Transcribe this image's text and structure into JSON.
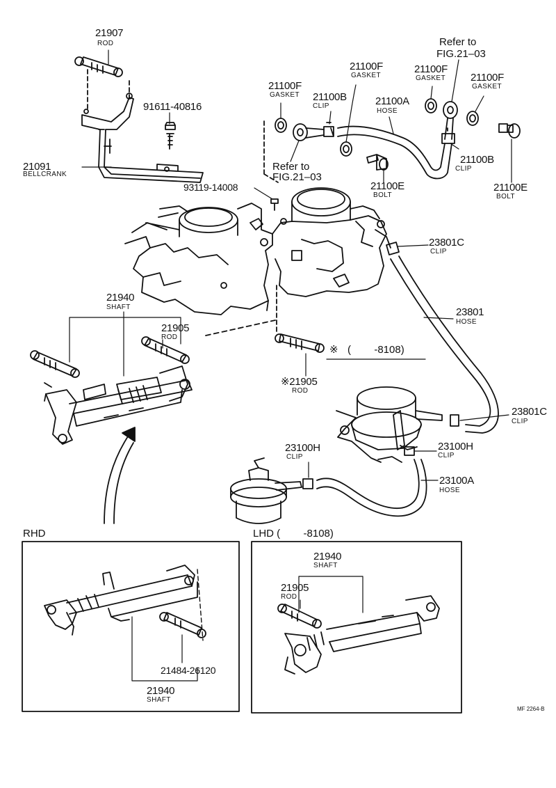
{
  "parts": {
    "rod_21907": {
      "number": "21907",
      "name": "ROD"
    },
    "bolt_91611": {
      "number": "91611-40816"
    },
    "bellcrank_21091": {
      "number": "21091",
      "name": "BELLCRANK"
    },
    "screw_93119": {
      "number": "93119-14008"
    },
    "gasket_21100f_left": {
      "number": "21100F",
      "name": "GASKET"
    },
    "clip_21100b_top": {
      "number": "21100B",
      "name": "CLIP"
    },
    "gasket_21100f_mid": {
      "number": "21100F",
      "name": "GASKET"
    },
    "hose_21100a": {
      "number": "21100A",
      "name": "HOSE"
    },
    "refer_top": {
      "line1": "Refer to",
      "line2": "FIG.21–03"
    },
    "gasket_21100f_right": {
      "number": "21100F",
      "name": "GASKET"
    },
    "refer_left": {
      "line1": "Refer to",
      "line2": "FIG.21–03"
    },
    "bolt_21100e_mid": {
      "number": "21100E",
      "name": "BOLT"
    },
    "clip_21100b_right": {
      "number": "21100B",
      "name": "CLIP"
    },
    "bolt_21100e_right": {
      "number": "21100E",
      "name": "BOLT"
    },
    "clip_23801c_top": {
      "number": "23801C",
      "name": "CLIP"
    },
    "shaft_21940_main": {
      "number": "21940",
      "name": "SHAFT"
    },
    "hose_23801": {
      "number": "23801",
      "name": "HOSE"
    },
    "rod_21905_main": {
      "number": "21905",
      "name": "ROD"
    },
    "rod_21905_star": {
      "number": "※21905",
      "name": "ROD"
    },
    "star_note": {
      "mark": "※",
      "range": "(        -8108)"
    },
    "clip_23801c_bottom": {
      "number": "23801C",
      "name": "CLIP"
    },
    "clip_23100h_left": {
      "number": "23100H",
      "name": "CLIP"
    },
    "clip_23100h_right": {
      "number": "23100H",
      "name": "CLIP"
    },
    "hose_23100a": {
      "number": "23100A",
      "name": "HOSE"
    },
    "rod_21484": {
      "number": "21484-26120"
    },
    "shaft_21940_rhd": {
      "number": "21940",
      "name": "SHAFT"
    },
    "shaft_21940_lhd": {
      "number": "21940",
      "name": "SHAFT"
    },
    "rod_21905_lhd": {
      "number": "21905",
      "name": "ROD"
    }
  },
  "insets": {
    "rhd_title": "RHD",
    "lhd_title": "LHD (        -8108)"
  },
  "footer": {
    "code": "MF 2264-B"
  }
}
